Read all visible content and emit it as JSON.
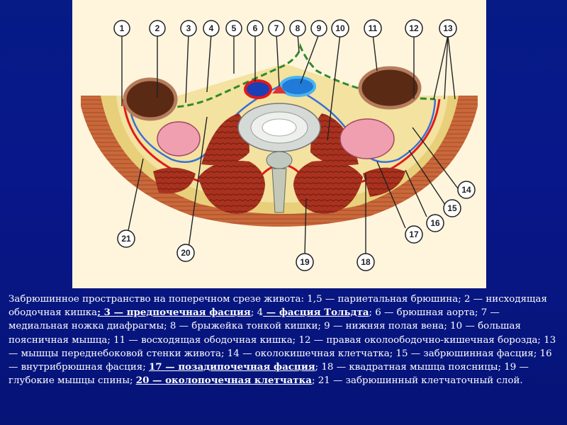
{
  "figure": {
    "numbers": [
      "1",
      "2",
      "3",
      "4",
      "5",
      "6",
      "7",
      "8",
      "9",
      "10",
      "11",
      "12",
      "13",
      "14",
      "15",
      "16",
      "17",
      "18",
      "19",
      "20",
      "21"
    ]
  },
  "caption": {
    "segments": [
      {
        "text": "Забрюшинное пространство на поперечном срезе живота: 1,5 — париетальная брюшина; 2 — нисходящая ободочная кишка",
        "u": false
      },
      {
        "text": "; 3 — предпочечная фасция",
        "u": true
      },
      {
        "text": "; 4",
        "u": false
      },
      {
        "text": " — фасция Тольдта",
        "u": true
      },
      {
        "text": "; 6 — брюшная аорта; 7 — медиальная ножка диафрагмы; 8 — брыжейка тонкой кишки; 9 — нижняя полая вена; 10 — большая поясничная мышца; 11 — восходящая ободочная кишка; 12 — правая околоободочно-кишечная борозда; 13 — мышцы переднебоковой стенки живота; 14 — околокишечная клетчатка; 15 — забрюшинная фасция; 16 — внутрибрюшная фасция; ",
        "u": false
      },
      {
        "text": "17 — позадипочечная фасция",
        "u": true
      },
      {
        "text": "; 18 — квадратная мышца поясницы; 19 — глубокие мышцы спины; ",
        "u": false
      },
      {
        "text": "20 — околопочечная клетчатка",
        "u": true
      },
      {
        "text": "; 21 — забрюшинный клетчаточный слой.",
        "u": false
      }
    ]
  }
}
